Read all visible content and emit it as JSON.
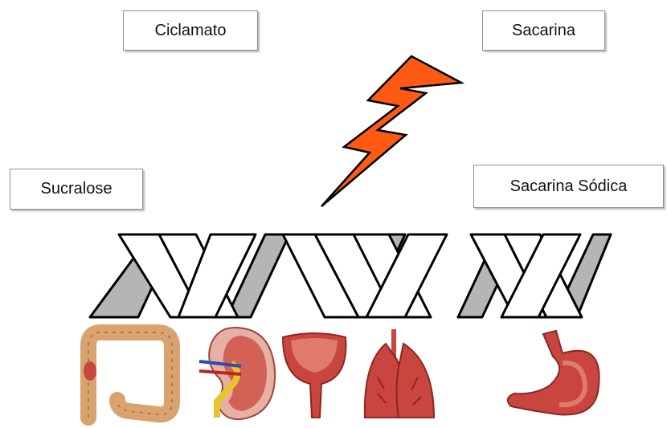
{
  "labels": {
    "ciclamato": "Ciclamato",
    "sacarina": "Sacarina",
    "sucralose": "Sucralose",
    "sacarina_sodica": "Sacarina Sódica"
  },
  "colors": {
    "bolt_fill": "#ff5a14",
    "bolt_outline": "#000000",
    "helix_front": "#ffffff",
    "helix_back": "#b5b5b5",
    "organ_main": "#c8463f",
    "organ_dark": "#8e2621",
    "kidney_ureter": "#e8c42a",
    "intestine": "#d9a36f"
  },
  "icons": [
    "lightning-bolt-icon",
    "dna-helix-icon",
    "large-intestine-icon",
    "kidney-icon",
    "bladder-icon",
    "lungs-icon",
    "stomach-icon"
  ]
}
